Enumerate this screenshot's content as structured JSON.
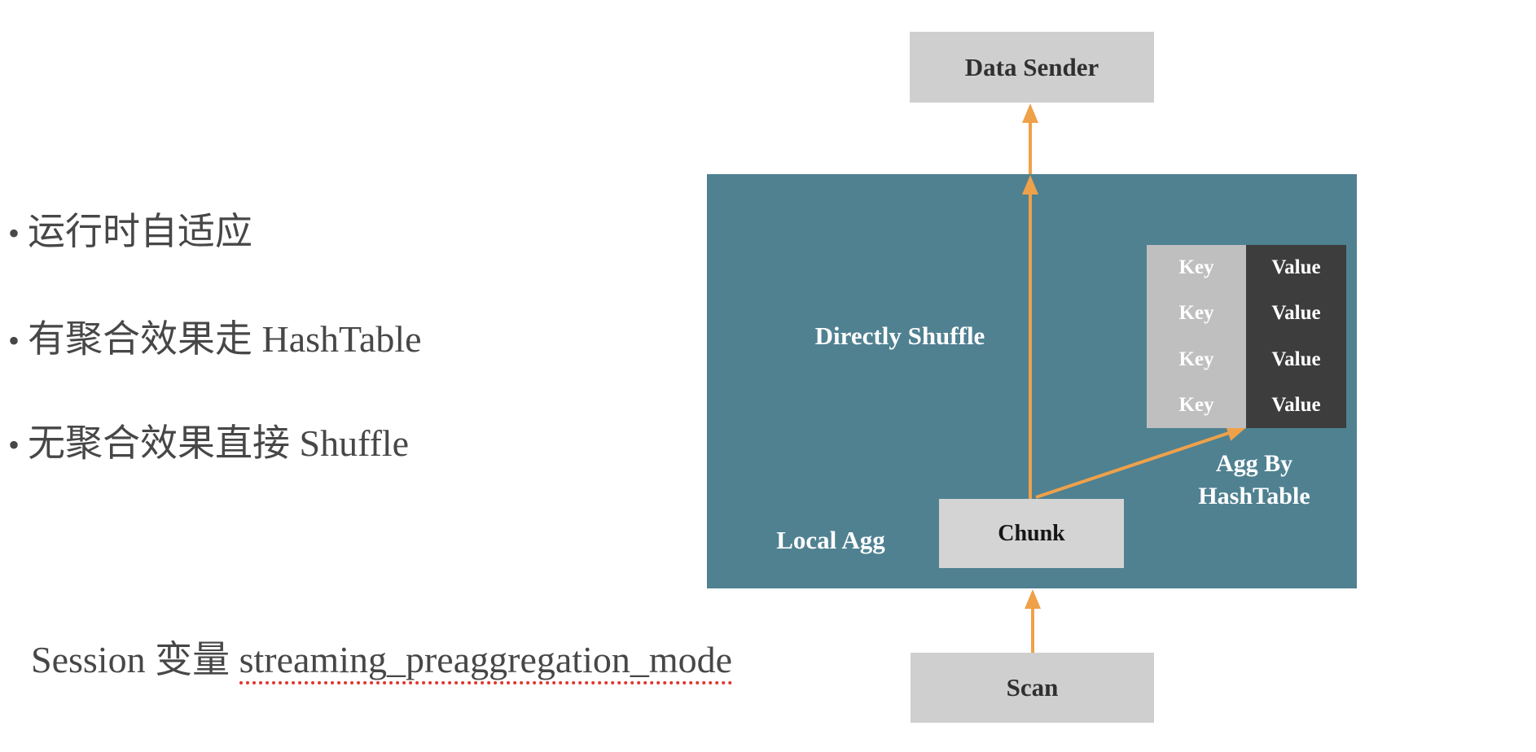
{
  "bullets": {
    "marker": "•",
    "items": [
      "运行时自适应",
      "有聚合效果走 HashTable",
      "无聚合效果直接 Shuffle"
    ]
  },
  "session_note": {
    "prefix": "Session 变量 ",
    "variable": "streaming_preaggregation_mode"
  },
  "diagram": {
    "data_sender_label": "Data Sender",
    "directly_shuffle_label": "Directly Shuffle",
    "local_agg_label": "Local Agg",
    "chunk_label": "Chunk",
    "agg_by_line1": "Agg By",
    "agg_by_line2": "HashTable",
    "scan_label": "Scan",
    "hash_table": {
      "rows": [
        {
          "key": "Key",
          "value": "Value"
        },
        {
          "key": "Key",
          "value": "Value"
        },
        {
          "key": "Key",
          "value": "Value"
        },
        {
          "key": "Key",
          "value": "Value"
        }
      ]
    }
  },
  "colors": {
    "teal_box": "#4F8191",
    "arrow_orange": "#EFA14A",
    "light_gray_box": "#CFCFCF",
    "chunk_gray": "#D4D4D4",
    "key_column_gray": "#BFBFBF",
    "value_column_dark": "#3D3D3D",
    "body_text_dark": "#474747",
    "spellcheck_red": "#E0362C",
    "white_text": "#FFFFFF"
  }
}
